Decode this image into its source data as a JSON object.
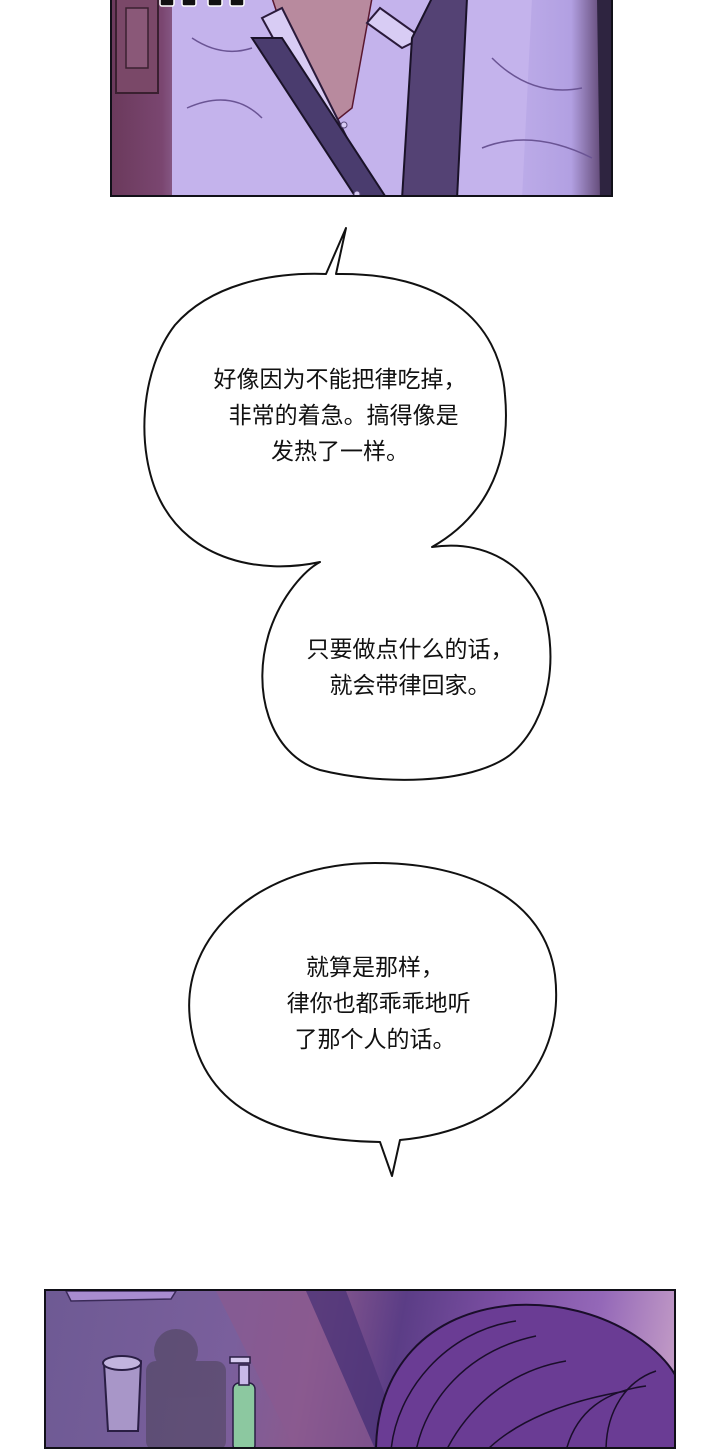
{
  "panels": [
    {
      "id": "top",
      "description": "man in white shirt and dark vest, purple tones"
    },
    {
      "id": "bottom",
      "description": "top of a man's dark purple hair near a sink with a cup and soap bottle"
    }
  ],
  "bubbles": [
    {
      "id": "bubble1",
      "text": "好像因为不能把律吃掉，\n 非常的着急。搞得像是\n发热了一样。"
    },
    {
      "id": "bubble2",
      "text": "只要做点什么的话，\n就会带律回家。"
    },
    {
      "id": "bubble3",
      "text": "就算是那样，\n 律你也都乖乖地听\n了那个人的话。"
    }
  ],
  "colors": {
    "panel_border": "#111018",
    "bubble_fill": "#ffffff",
    "bubble_stroke": "#111111",
    "text": "#111111",
    "shirt_lavender": "#c8b8ee",
    "hair_purple": "#5b3d86"
  }
}
